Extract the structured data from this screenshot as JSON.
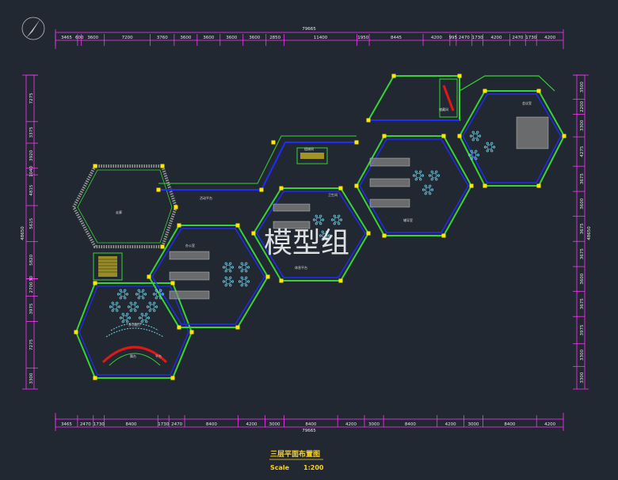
{
  "colors": {
    "background": "#222831",
    "dimension": "#ff33ff",
    "wall": "#37d437",
    "glazing": "#1f2bff",
    "column": "#ffe800",
    "text": "#e8e8e8",
    "title": "#ffd21a",
    "furniture": "#6fd0e8",
    "stair_red": "#e01818"
  },
  "north_arrow": {
    "icon": "north-arrow-icon"
  },
  "dimensions": {
    "top_total": "79665",
    "top_segments": [
      "3465",
      "600",
      "3600",
      "7200",
      "3760",
      "3600",
      "3600",
      "3600",
      "3600",
      "2850",
      "11400",
      "1950",
      "8445",
      "4200",
      "995",
      "2470",
      "1730",
      "4200",
      "2470",
      "1730",
      "4200"
    ],
    "bottom_total": "79665",
    "bottom_segments": [
      "3465",
      "2470",
      "1730",
      "8400",
      "1730",
      "2470",
      "8400",
      "4200",
      "3000",
      "8400",
      "4200",
      "3000",
      "8400",
      "4200",
      "3000",
      "8400",
      "4200"
    ],
    "left_total": "48650",
    "left_segments": [
      "7275",
      "3375",
      "3920",
      "1040",
      "4815",
      "5615",
      "5820",
      "30",
      "2700",
      "3975",
      "7275",
      "3300"
    ],
    "right_total": "48650",
    "right_segments": [
      "3500",
      "2200",
      "3300",
      "4275",
      "3675",
      "3600",
      "3675",
      "3675",
      "3600",
      "3675",
      "3975",
      "3300",
      "3300"
    ]
  },
  "room_labels": [
    "楼梯间",
    "活动平台",
    "走廊",
    "办公室",
    "卫生间",
    "储藏间",
    "会议室",
    "辅导室",
    "休息平台",
    "多功能厅",
    "舞台",
    "平台"
  ],
  "watermark": "模型组",
  "drawing_title": "三层平面布置图",
  "scale_label": "Scale",
  "scale_value": "1:200"
}
